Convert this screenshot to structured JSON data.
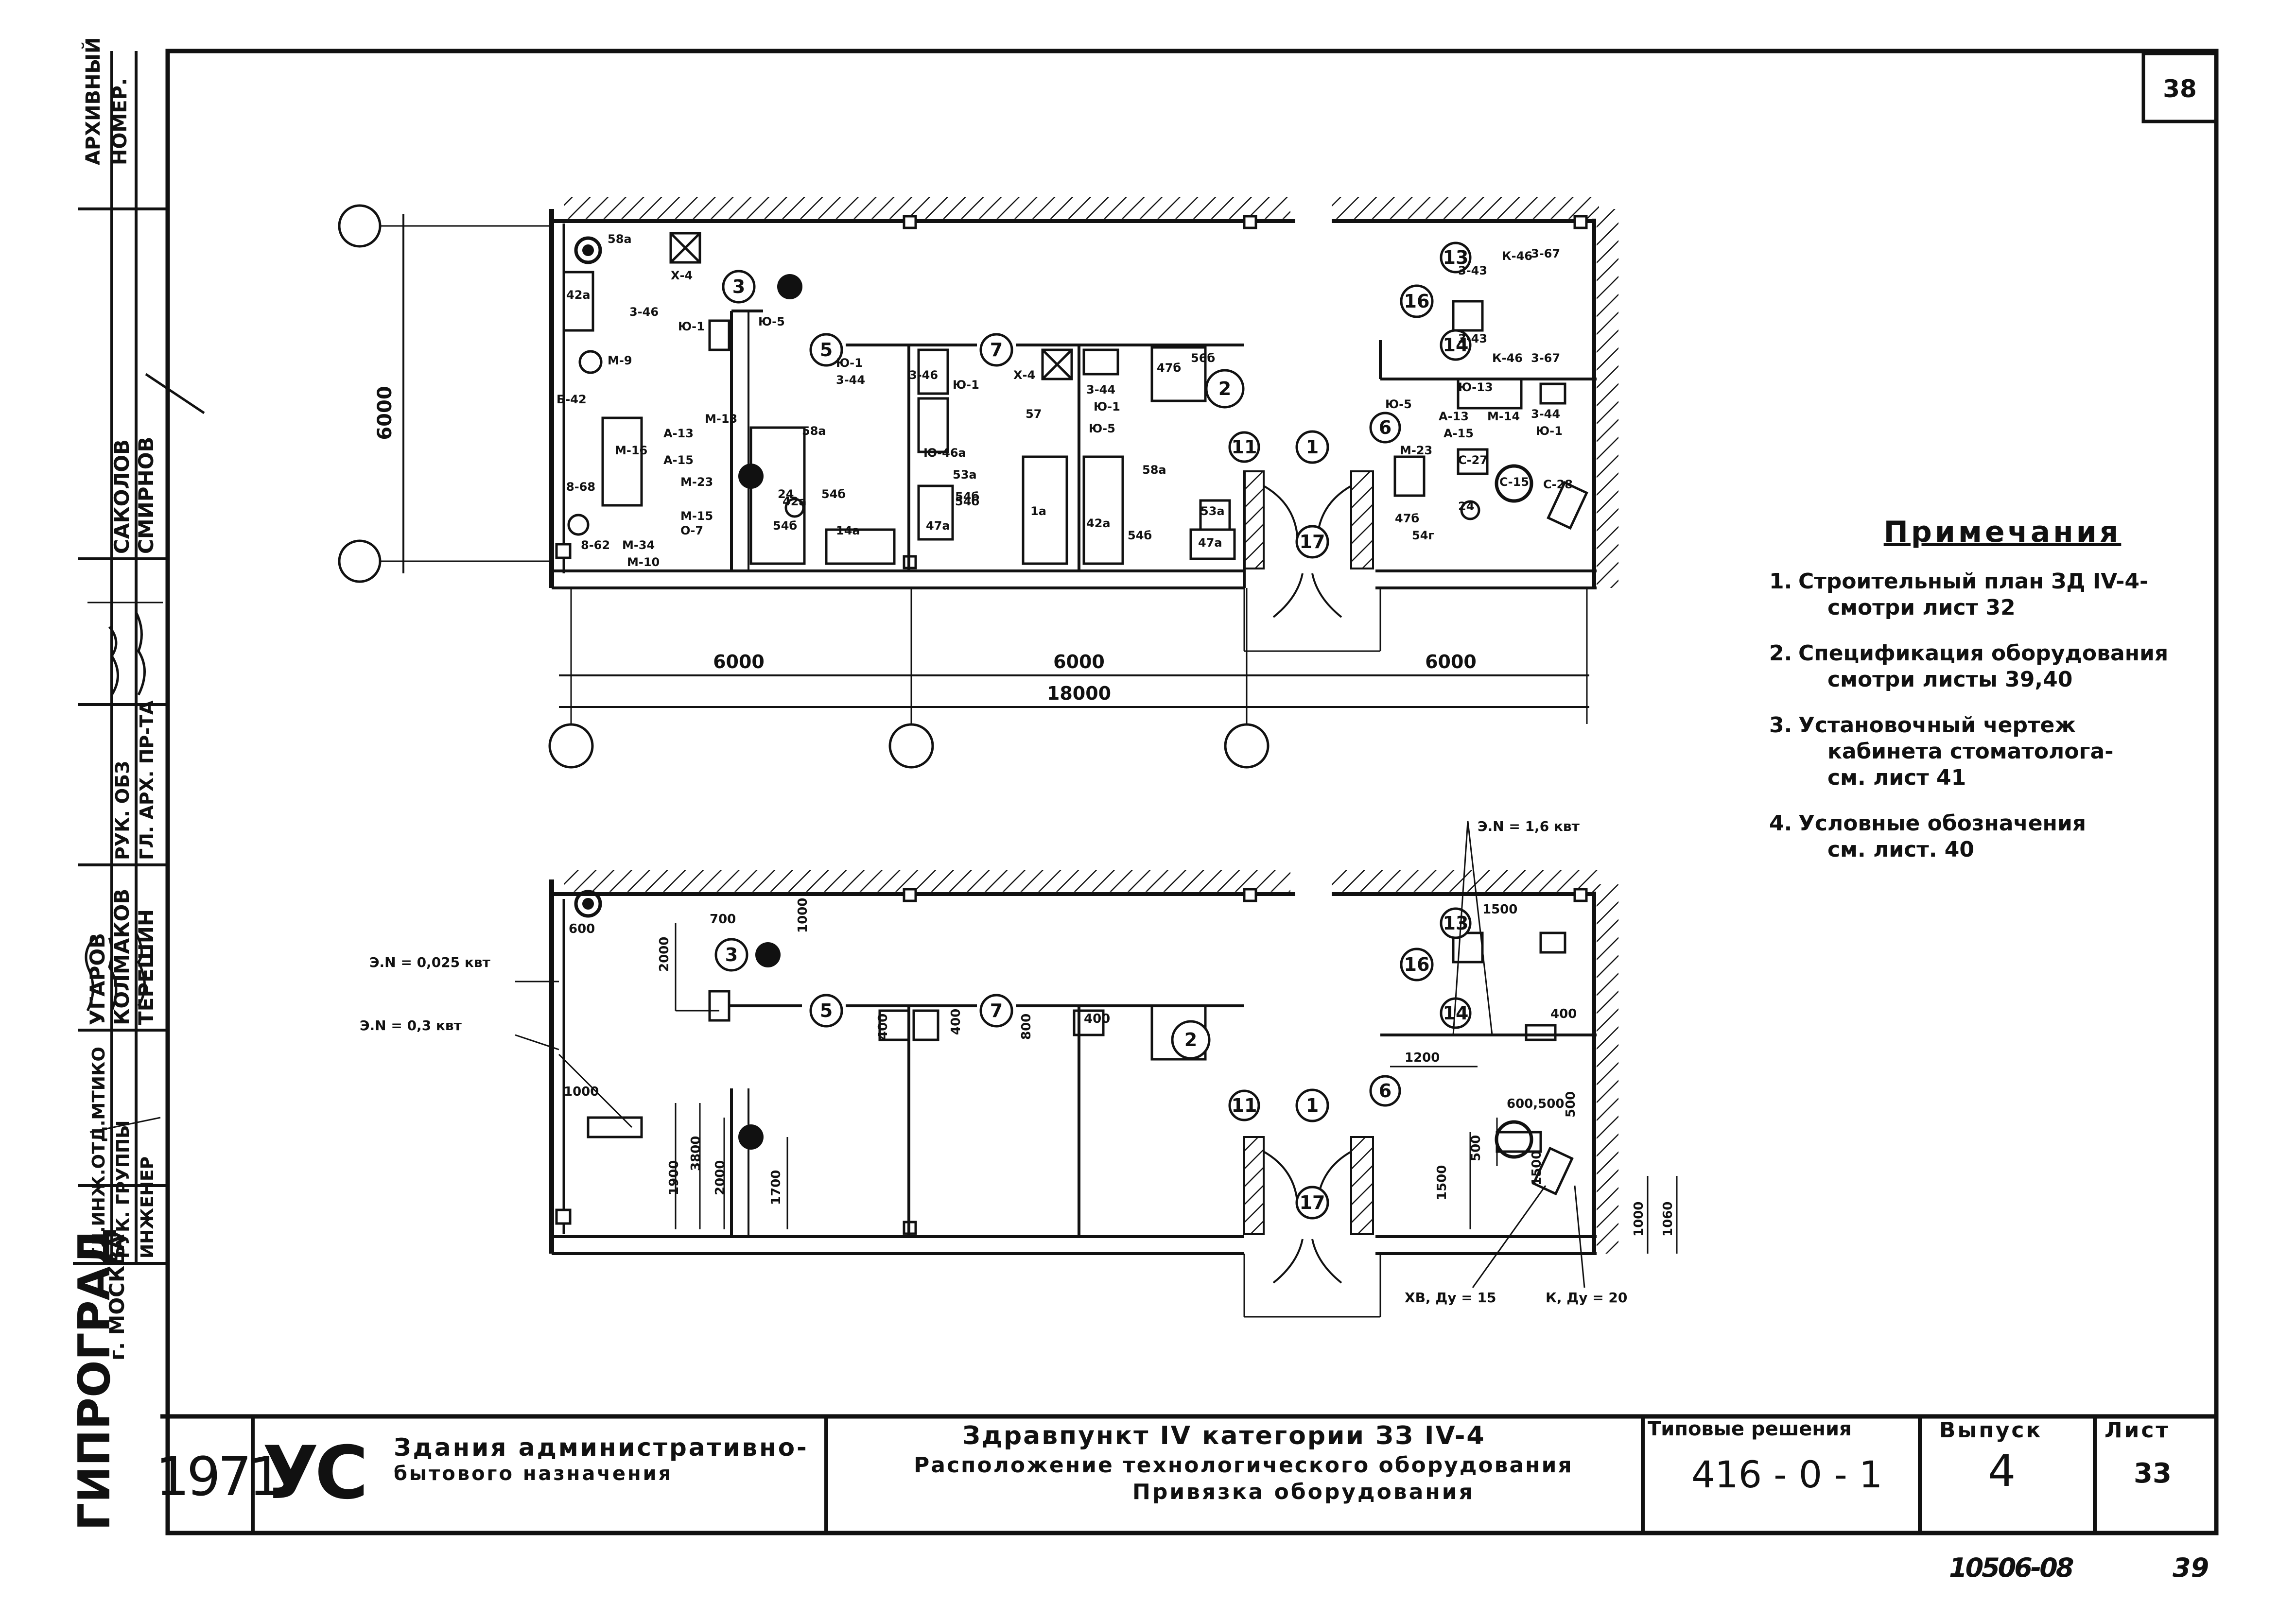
{
  "sheet_number_small": "38",
  "archive_label": [
    "АРХИВНЫЙ",
    "НОМЕР."
  ],
  "organization": "ГИПРОГРАД",
  "organization_city": "г. МОСКВА",
  "left_stamp": {
    "roles": [
      "ГЛ.ИНЖ.ОТД.МТИКО",
      "РУК. ГРУППЫ",
      "ИНЖЕНЕР"
    ],
    "names": [
      "УГАРОВ",
      "КОЛМАКОВ",
      "ТЕРЕШИН"
    ],
    "roles2": [
      "РУК. ОБЗ",
      "ГЛ. АРХ. ПР-ТА"
    ],
    "names2": [
      "САКОЛОВ",
      "СМИРНОВ"
    ]
  },
  "plan_top": {
    "dims": {
      "height": "6000",
      "bay1": "6000",
      "bay2": "6000",
      "bay3": "6000",
      "total": "18000"
    },
    "room_numbers": [
      "3",
      "5",
      "7",
      "2",
      "11",
      "1",
      "6",
      "16",
      "13",
      "14",
      "17"
    ],
    "equipment_labels": [
      "58а",
      "Х-4",
      "42а",
      "М-9",
      "Б-42",
      "М-16",
      "8-68",
      "3-46",
      "Ю-1",
      "Ю-5",
      "А-13",
      "А-15",
      "М-13",
      "М-23",
      "М-15",
      "О-7",
      "М-10",
      "М-34",
      "8-62",
      "42а",
      "24",
      "54б",
      "14а",
      "54б",
      "58а",
      "Ю-1",
      "3-44",
      "3-46",
      "Ю-1",
      "Ю-46а",
      "53а",
      "54б",
      "47а",
      "54б",
      "Х-4",
      "57",
      "3-44",
      "Ю-1",
      "47б",
      "56б",
      "Ю-5",
      "1а",
      "42а",
      "58а",
      "53а",
      "54б",
      "47а",
      "К-46",
      "3-67",
      "3-43",
      "3-43",
      "К-46",
      "3-67",
      "Ю-5",
      "Ю-13",
      "А-13",
      "М-14",
      "3-44",
      "Ю-1",
      "А-15",
      "М-23",
      "С-27",
      "С-15",
      "С-28",
      "24",
      "47б",
      "54г"
    ]
  },
  "plan_bottom": {
    "room_numbers": [
      "3",
      "5",
      "7",
      "2",
      "11",
      "1",
      "6",
      "16",
      "13",
      "14",
      "17"
    ],
    "dims": [
      "2000",
      "700",
      "1000",
      "400",
      "400",
      "800",
      "400",
      "1000",
      "1900",
      "3800",
      "2000",
      "1700",
      "1500",
      "1200",
      "400",
      "500",
      "1500",
      "1000",
      "1060",
      "600",
      "1500",
      "500",
      "600,500"
    ],
    "power_labels": [
      "Э.N = 0,025 квт",
      "Э.N = 0,3 квт",
      "Э.N = 1,6 квт"
    ],
    "pipe_labels": [
      "ХВ, Ду = 15",
      "К, Ду = 20"
    ]
  },
  "notes": {
    "heading": "Примечания",
    "items": [
      {
        "num": "1.",
        "line1": "Строительный план ЗД IV-4-",
        "line2": "смотри лист 32"
      },
      {
        "num": "2.",
        "line1": "Спецификация оборудования",
        "line2": "смотри листы 39,40"
      },
      {
        "num": "3.",
        "line1": "Установочный чертеж",
        "line2": "кабинета стоматолога-",
        "line3": "см. лист 41"
      },
      {
        "num": "4.",
        "line1": "Условные обозначения",
        "line2": "см. лист. 40"
      }
    ]
  },
  "title_block": {
    "year": "1971",
    "series_code": "УС",
    "category_line1": "Здания административно-",
    "category_line2": "бытового назначения",
    "title_line1": "Здравпункт IV категории ЗЗ IV-4",
    "title_line2": "Расположение технологического оборудования",
    "title_line3": "Привязка оборудования",
    "solutions_label": "Типовые решения",
    "solutions_value": "416 - 0 - 1",
    "issue_label": "Выпуск",
    "issue_value": "4",
    "sheet_label": "Лист",
    "sheet_value": "33"
  },
  "footer_code": "10506-08",
  "footer_page": "39"
}
